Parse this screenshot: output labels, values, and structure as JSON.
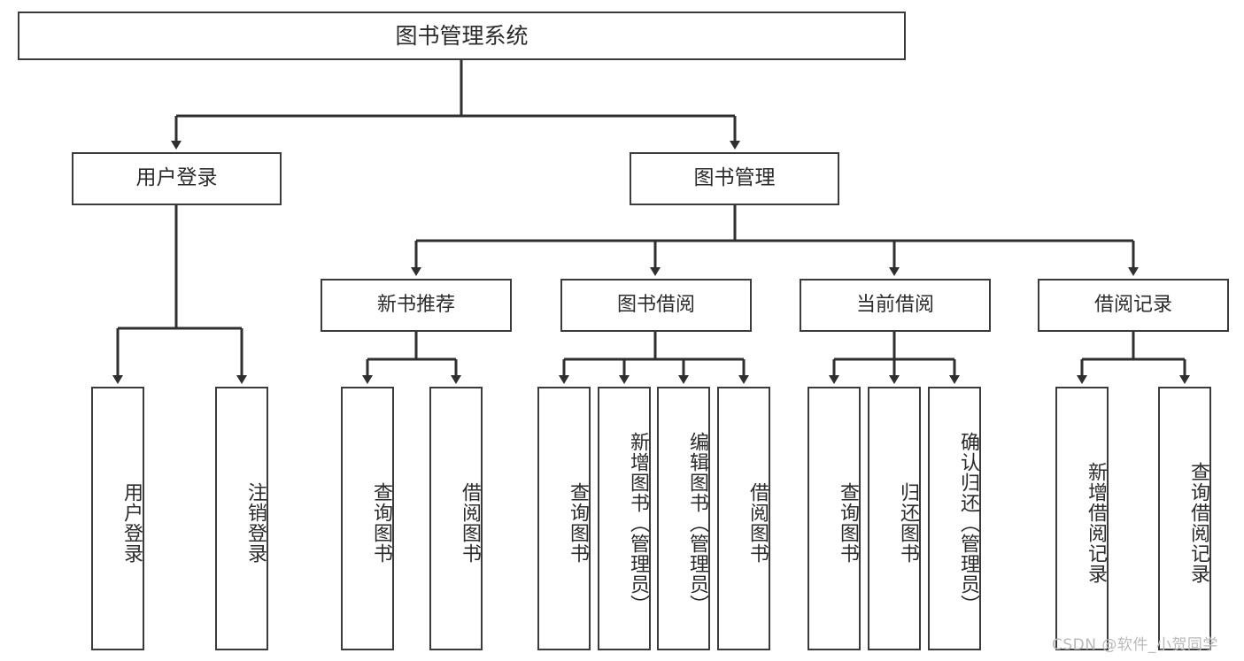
{
  "diagram": {
    "title": "图书管理系统",
    "watermark": "CSDN @软件_小贺同学",
    "colors": {
      "box_border": "#3b3b3b",
      "box_fill": "#ffffff",
      "text": "#2b2b2b",
      "connector": "#2f2f2f",
      "watermark": "#b9b9b9",
      "background": "#ffffff"
    },
    "nodes": {
      "root": {
        "label": "图书管理系统"
      },
      "level1": [
        {
          "label": "用户登录"
        },
        {
          "label": "图书管理"
        }
      ],
      "level2": [
        {
          "label": "新书推荐"
        },
        {
          "label": "图书借阅"
        },
        {
          "label": "当前借阅"
        },
        {
          "label": "借阅记录"
        }
      ],
      "leaves_user_login": [
        {
          "label": "用户登录"
        },
        {
          "label": "注销登录"
        }
      ],
      "leaves_new_books": [
        {
          "label": "查询图书"
        },
        {
          "label": "借阅图书"
        }
      ],
      "leaves_borrow": [
        {
          "label": "查询图书"
        },
        {
          "label": "新增图书（管理员）"
        },
        {
          "label": "编辑图书（管理员）"
        },
        {
          "label": "借阅图书"
        }
      ],
      "leaves_current": [
        {
          "label": "查询图书"
        },
        {
          "label": "归还图书"
        },
        {
          "label": "确认归还（管理员）"
        }
      ],
      "leaves_records": [
        {
          "label": "新增借阅记录"
        },
        {
          "label": "查询借阅记录"
        }
      ]
    }
  }
}
